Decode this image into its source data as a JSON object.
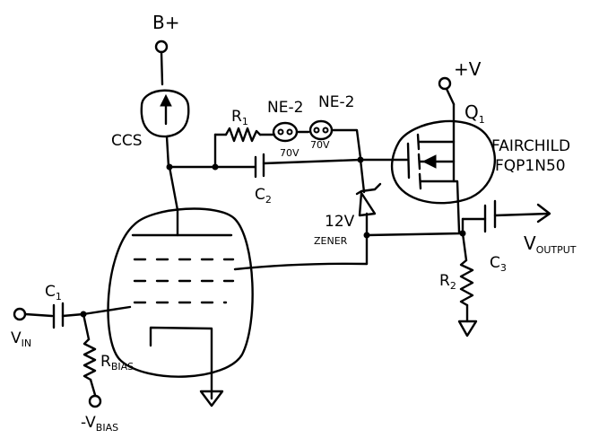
{
  "labels": {
    "b_plus": "B+",
    "ccs": "CCS",
    "r1": "R",
    "r1_sub": "1",
    "ne2_a": "NE-2",
    "ne2_b": "NE-2",
    "ne2_va": "70V",
    "ne2_vb": "70V",
    "c2": "C",
    "c2_sub": "2",
    "zener_v": "12V",
    "zener": "ZENER",
    "plus_v": "+V",
    "q1": "Q",
    "q1_sub": "1",
    "mfr": "FAIRCHILD",
    "part": "FQP1N50",
    "c3": "C",
    "c3_sub": "3",
    "vout": "V",
    "vout_sub": "OUTPUT",
    "r2": "R",
    "r2_sub": "2",
    "c1": "C",
    "c1_sub": "1",
    "vin": "V",
    "vin_sub": "IN",
    "rbias": "R",
    "rbias_sub": "BIAS",
    "vbias": "-V",
    "vbias_sub": "BIAS"
  }
}
